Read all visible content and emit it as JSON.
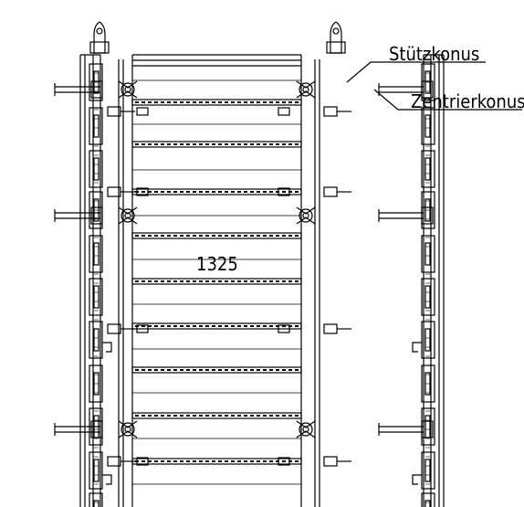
{
  "labels": {
    "stuetzkonus": "Stützkonus",
    "zentrierkonus": "Zentrierkonus",
    "dimension": "1325"
  },
  "colors": {
    "line": "#000000",
    "background": "#ffffff"
  }
}
